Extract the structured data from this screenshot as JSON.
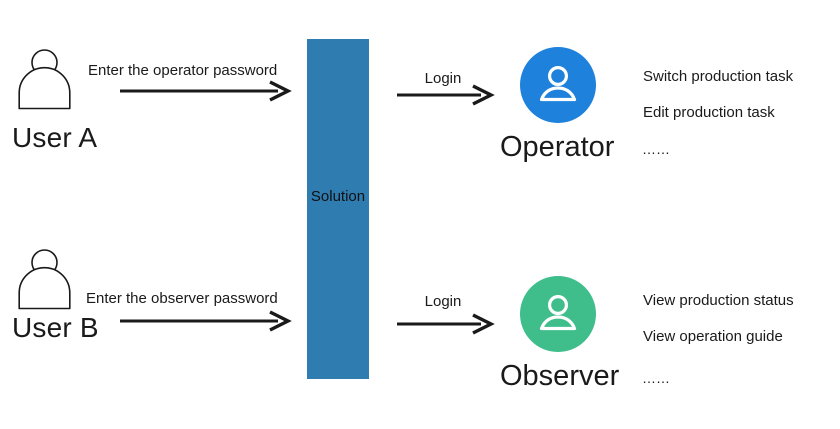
{
  "diagram": {
    "type": "flow-diagram",
    "title_text": "",
    "solution": {
      "label": "Solution",
      "color": "#2e7cb0"
    },
    "flows": [
      {
        "actor": {
          "name": "User A",
          "icon": "person-outline-icon"
        },
        "credential_arrow": {
          "label": "Enter the operator password"
        },
        "login_arrow": {
          "label": "Login"
        },
        "role": {
          "name": "Operator",
          "icon": "person-avatar-icon",
          "color": "#1e81dc",
          "ellipsis": "……"
        },
        "capabilities": [
          "Switch production task",
          "Edit production task"
        ],
        "capabilities_ellipsis": "……"
      },
      {
        "actor": {
          "name": "User B",
          "icon": "person-outline-icon"
        },
        "credential_arrow": {
          "label": "Enter the observer password"
        },
        "login_arrow": {
          "label": "Login"
        },
        "role": {
          "name": "Observer",
          "icon": "person-avatar-icon",
          "color": "#3fbe8c",
          "ellipsis": "……"
        },
        "capabilities": [
          "View production status",
          "View operation guide"
        ],
        "capabilities_ellipsis": "……"
      }
    ]
  }
}
